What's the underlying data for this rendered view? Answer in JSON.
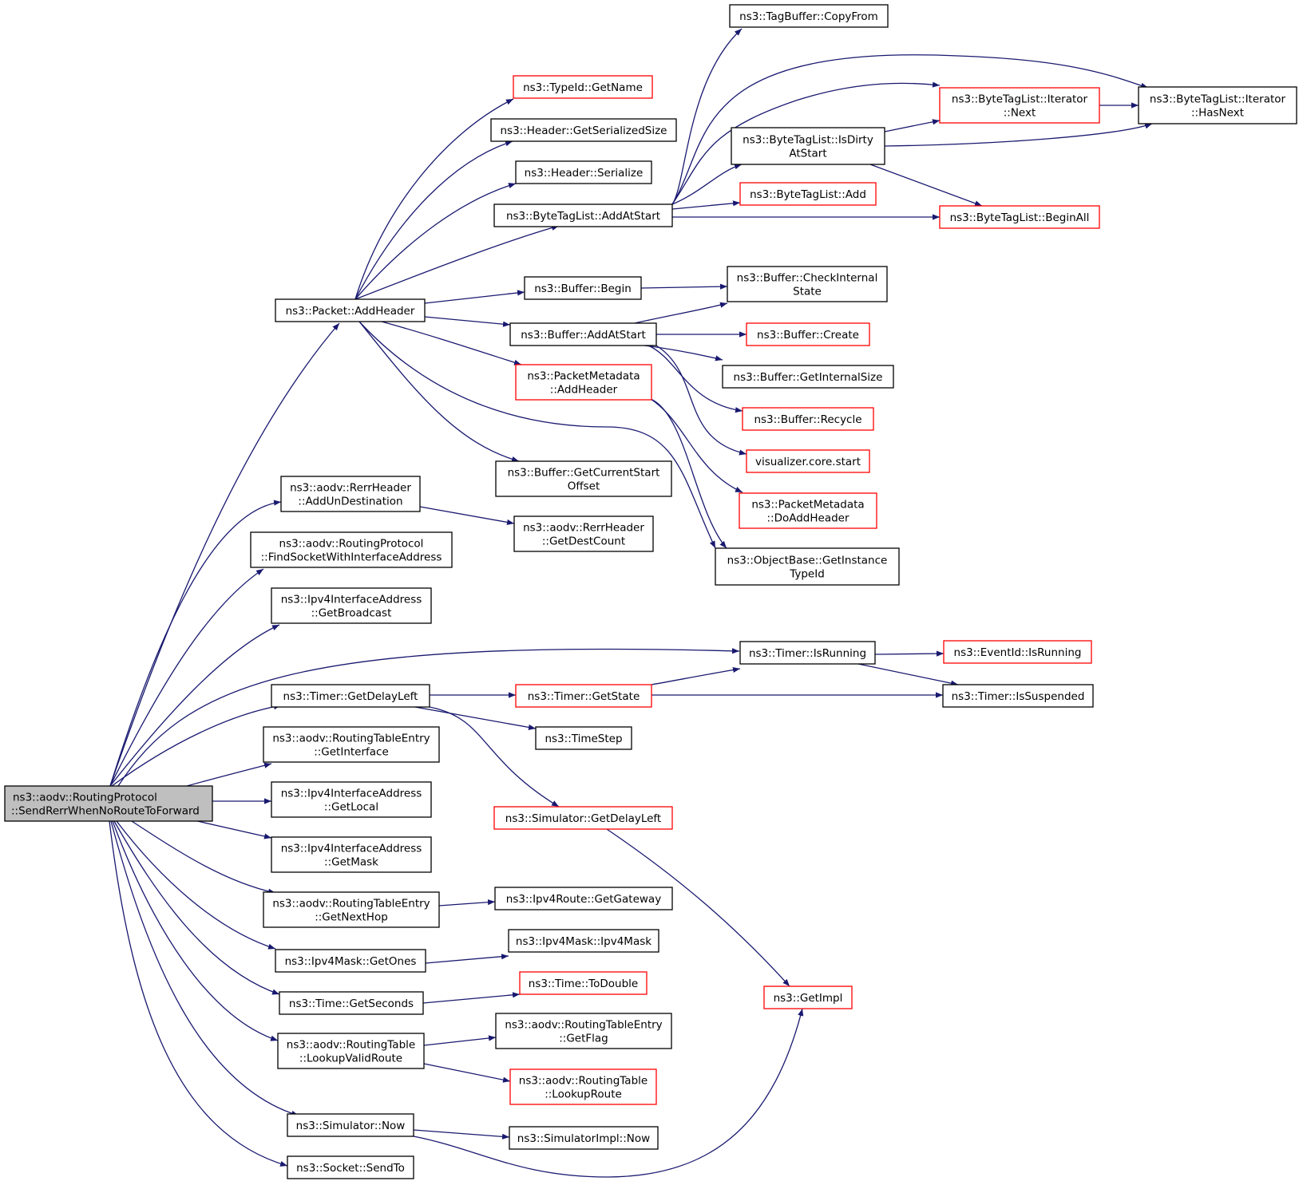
{
  "colors": {
    "edge": "#191970",
    "box_border": "#000000",
    "box_border_linked": "#ff0000",
    "root_fill": "#bfbfbf"
  },
  "nodes": [
    {
      "id": "root",
      "lines": [
        "ns3::aodv::RoutingProtocol",
        "::SendRerrWhenNoRouteToForward"
      ],
      "style": "root"
    },
    {
      "id": "addHeader",
      "lines": [
        "ns3::Packet::AddHeader"
      ],
      "style": "black"
    },
    {
      "id": "addUnDest",
      "lines": [
        "ns3::aodv::RerrHeader",
        "::AddUnDestination"
      ],
      "style": "black"
    },
    {
      "id": "findSocket",
      "lines": [
        "ns3::aodv::RoutingProtocol",
        "::FindSocketWithInterfaceAddress"
      ],
      "style": "black"
    },
    {
      "id": "getBroadcast",
      "lines": [
        "ns3::Ipv4InterfaceAddress",
        "::GetBroadcast"
      ],
      "style": "black"
    },
    {
      "id": "timerDelayLeft",
      "lines": [
        "ns3::Timer::GetDelayLeft"
      ],
      "style": "black"
    },
    {
      "id": "rteGetInterface",
      "lines": [
        "ns3::aodv::RoutingTableEntry",
        "::GetInterface"
      ],
      "style": "black"
    },
    {
      "id": "getLocal",
      "lines": [
        "ns3::Ipv4InterfaceAddress",
        "::GetLocal"
      ],
      "style": "black"
    },
    {
      "id": "getMask",
      "lines": [
        "ns3::Ipv4InterfaceAddress",
        "::GetMask"
      ],
      "style": "black"
    },
    {
      "id": "rteGetNextHop",
      "lines": [
        "ns3::aodv::RoutingTableEntry",
        "::GetNextHop"
      ],
      "style": "black"
    },
    {
      "id": "maskGetOnes",
      "lines": [
        "ns3::Ipv4Mask::GetOnes"
      ],
      "style": "black"
    },
    {
      "id": "timeGetSeconds",
      "lines": [
        "ns3::Time::GetSeconds"
      ],
      "style": "black"
    },
    {
      "id": "lookupValid",
      "lines": [
        "ns3::aodv::RoutingTable",
        "::LookupValidRoute"
      ],
      "style": "black"
    },
    {
      "id": "simNow",
      "lines": [
        "ns3::Simulator::Now"
      ],
      "style": "black"
    },
    {
      "id": "sendTo",
      "lines": [
        "ns3::Socket::SendTo"
      ],
      "style": "black"
    },
    {
      "id": "typeIdGetName",
      "lines": [
        "ns3::TypeId::GetName"
      ],
      "style": "red"
    },
    {
      "id": "hdrSerSize",
      "lines": [
        "ns3::Header::GetSerializedSize"
      ],
      "style": "black"
    },
    {
      "id": "hdrSerialize",
      "lines": [
        "ns3::Header::Serialize"
      ],
      "style": "black"
    },
    {
      "id": "btlAddAtStart",
      "lines": [
        "ns3::ByteTagList::AddAtStart"
      ],
      "style": "black"
    },
    {
      "id": "bufBegin",
      "lines": [
        "ns3::Buffer::Begin"
      ],
      "style": "black"
    },
    {
      "id": "bufAddAtStart",
      "lines": [
        "ns3::Buffer::AddAtStart"
      ],
      "style": "black"
    },
    {
      "id": "pmAddHeader",
      "lines": [
        "ns3::PacketMetadata",
        "::AddHeader"
      ],
      "style": "red"
    },
    {
      "id": "bufCurStart",
      "lines": [
        "ns3::Buffer::GetCurrentStart",
        "Offset"
      ],
      "style": "black"
    },
    {
      "id": "rerrDestCount",
      "lines": [
        "ns3::aodv::RerrHeader",
        "::GetDestCount"
      ],
      "style": "black"
    },
    {
      "id": "timerGetState",
      "lines": [
        "ns3::Timer::GetState"
      ],
      "style": "red"
    },
    {
      "id": "timeStep",
      "lines": [
        "ns3::TimeStep"
      ],
      "style": "black"
    },
    {
      "id": "simDelayLeft",
      "lines": [
        "ns3::Simulator::GetDelayLeft"
      ],
      "style": "red"
    },
    {
      "id": "routeGetGateway",
      "lines": [
        "ns3::Ipv4Route::GetGateway"
      ],
      "style": "black"
    },
    {
      "id": "maskCtor",
      "lines": [
        "ns3::Ipv4Mask::Ipv4Mask"
      ],
      "style": "black"
    },
    {
      "id": "timeToDouble",
      "lines": [
        "ns3::Time::ToDouble"
      ],
      "style": "red"
    },
    {
      "id": "rteGetFlag",
      "lines": [
        "ns3::aodv::RoutingTableEntry",
        "::GetFlag"
      ],
      "style": "black"
    },
    {
      "id": "rtLookupRoute",
      "lines": [
        "ns3::aodv::RoutingTable",
        "::LookupRoute"
      ],
      "style": "red"
    },
    {
      "id": "simImplNow",
      "lines": [
        "ns3::SimulatorImpl::Now"
      ],
      "style": "black"
    },
    {
      "id": "tagCopyFrom",
      "lines": [
        "ns3::TagBuffer::CopyFrom"
      ],
      "style": "black"
    },
    {
      "id": "btlIsDirty",
      "lines": [
        "ns3::ByteTagList::IsDirty",
        "AtStart"
      ],
      "style": "black"
    },
    {
      "id": "btlAdd",
      "lines": [
        "ns3::ByteTagList::Add"
      ],
      "style": "red"
    },
    {
      "id": "btlIterNext",
      "lines": [
        "ns3::ByteTagList::Iterator",
        "::Next"
      ],
      "style": "red"
    },
    {
      "id": "btlBeginAll",
      "lines": [
        "ns3::ByteTagList::BeginAll"
      ],
      "style": "red"
    },
    {
      "id": "btlIterHasNext",
      "lines": [
        "ns3::ByteTagList::Iterator",
        "::HasNext"
      ],
      "style": "black"
    },
    {
      "id": "bufCheck",
      "lines": [
        "ns3::Buffer::CheckInternal",
        "State"
      ],
      "style": "black"
    },
    {
      "id": "bufCreate",
      "lines": [
        "ns3::Buffer::Create"
      ],
      "style": "red"
    },
    {
      "id": "bufIntSize",
      "lines": [
        "ns3::Buffer::GetInternalSize"
      ],
      "style": "black"
    },
    {
      "id": "bufRecycle",
      "lines": [
        "ns3::Buffer::Recycle"
      ],
      "style": "red"
    },
    {
      "id": "vizStart",
      "lines": [
        "visualizer.core.start"
      ],
      "style": "red"
    },
    {
      "id": "pmDoAdd",
      "lines": [
        "ns3::PacketMetadata",
        "::DoAddHeader"
      ],
      "style": "red"
    },
    {
      "id": "objGetTid",
      "lines": [
        "ns3::ObjectBase::GetInstance",
        "TypeId"
      ],
      "style": "black"
    },
    {
      "id": "timerIsRunning",
      "lines": [
        "ns3::Timer::IsRunning"
      ],
      "style": "black"
    },
    {
      "id": "eventIsRunning",
      "lines": [
        "ns3::EventId::IsRunning"
      ],
      "style": "red"
    },
    {
      "id": "timerIsSusp",
      "lines": [
        "ns3::Timer::IsSuspended"
      ],
      "style": "black"
    },
    {
      "id": "getImpl",
      "lines": [
        "ns3::GetImpl"
      ],
      "style": "red"
    }
  ]
}
